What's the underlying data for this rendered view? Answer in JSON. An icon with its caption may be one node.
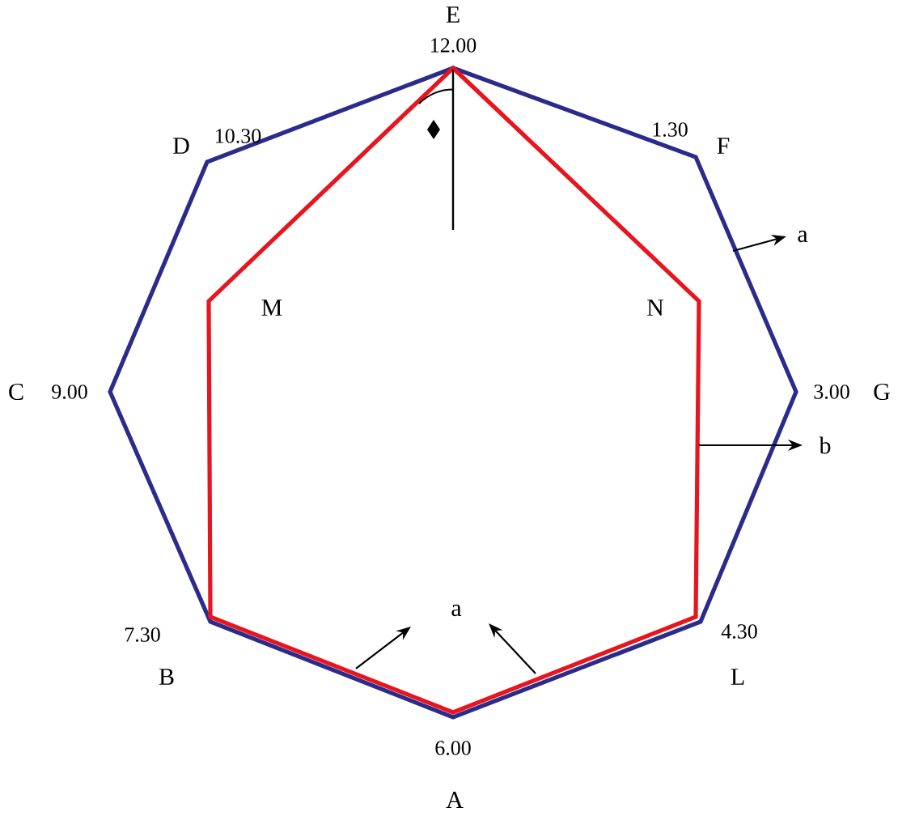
{
  "diagram": {
    "labels": [
      "E",
      "12.00",
      "D",
      "10.30",
      "1.30",
      "F",
      "a",
      "M",
      "N",
      "C",
      "9.00",
      "3.00",
      "G",
      "b",
      "a",
      "7.30",
      "B",
      "4.30",
      "L",
      "6.00",
      "A"
    ]
  }
}
